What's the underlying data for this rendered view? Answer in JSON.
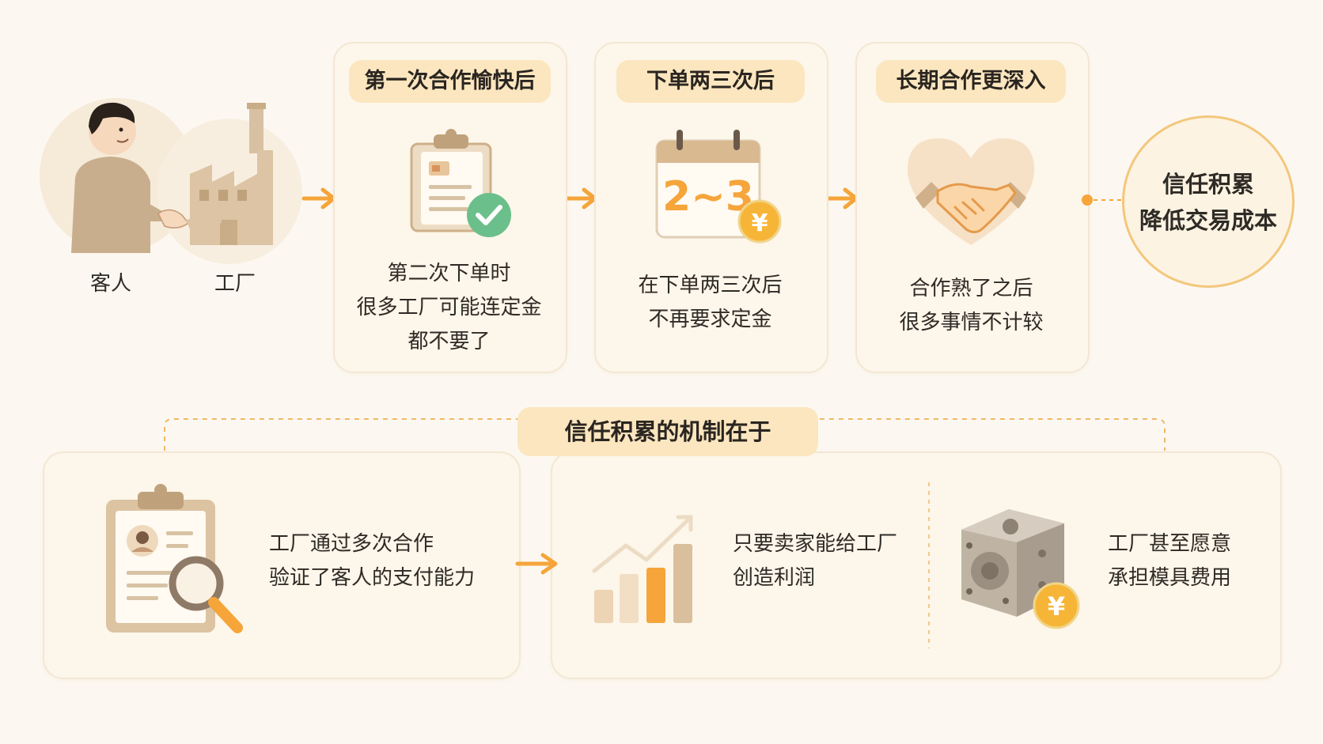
{
  "actors": {
    "customer_label": "客人",
    "factory_label": "工厂"
  },
  "steps": [
    {
      "title": "第一次合作愉快后",
      "lines": [
        "第二次下单时",
        "很多工厂可能连定金",
        "都不要了"
      ],
      "icon": "clipboard-check-icon"
    },
    {
      "title": "下单两三次后",
      "lines": [
        "在下单两三次后",
        "不再要求定金"
      ],
      "icon": "calendar-icon",
      "calendar_text": "2~3",
      "coin_symbol": "¥"
    },
    {
      "title": "长期合作更深入",
      "lines": [
        "合作熟了之后",
        "很多事情不计较"
      ],
      "icon": "handshake-heart-icon"
    }
  ],
  "result": {
    "lines": [
      "信任积累",
      "降低交易成本"
    ]
  },
  "mechanism": {
    "title": "信任积累的机制在于",
    "items": [
      {
        "lines": [
          "工厂通过多次合作",
          "验证了客人的支付能力"
        ],
        "icon": "clipboard-search-icon"
      },
      {
        "lines": [
          "只要卖家能给工厂",
          "创造利润"
        ],
        "icon": "growth-chart-icon"
      },
      {
        "lines": [
          "工厂甚至愿意",
          "承担模具费用"
        ],
        "icon": "mold-coin-icon",
        "coin_symbol": "¥"
      }
    ]
  },
  "colors": {
    "background": "#fcf8f1",
    "card": "#fdf6ea",
    "pill": "#fbe6bf",
    "accent_orange": "#f5a53a",
    "tan": "#d9c0a0",
    "green_check": "#6bbf8a"
  }
}
